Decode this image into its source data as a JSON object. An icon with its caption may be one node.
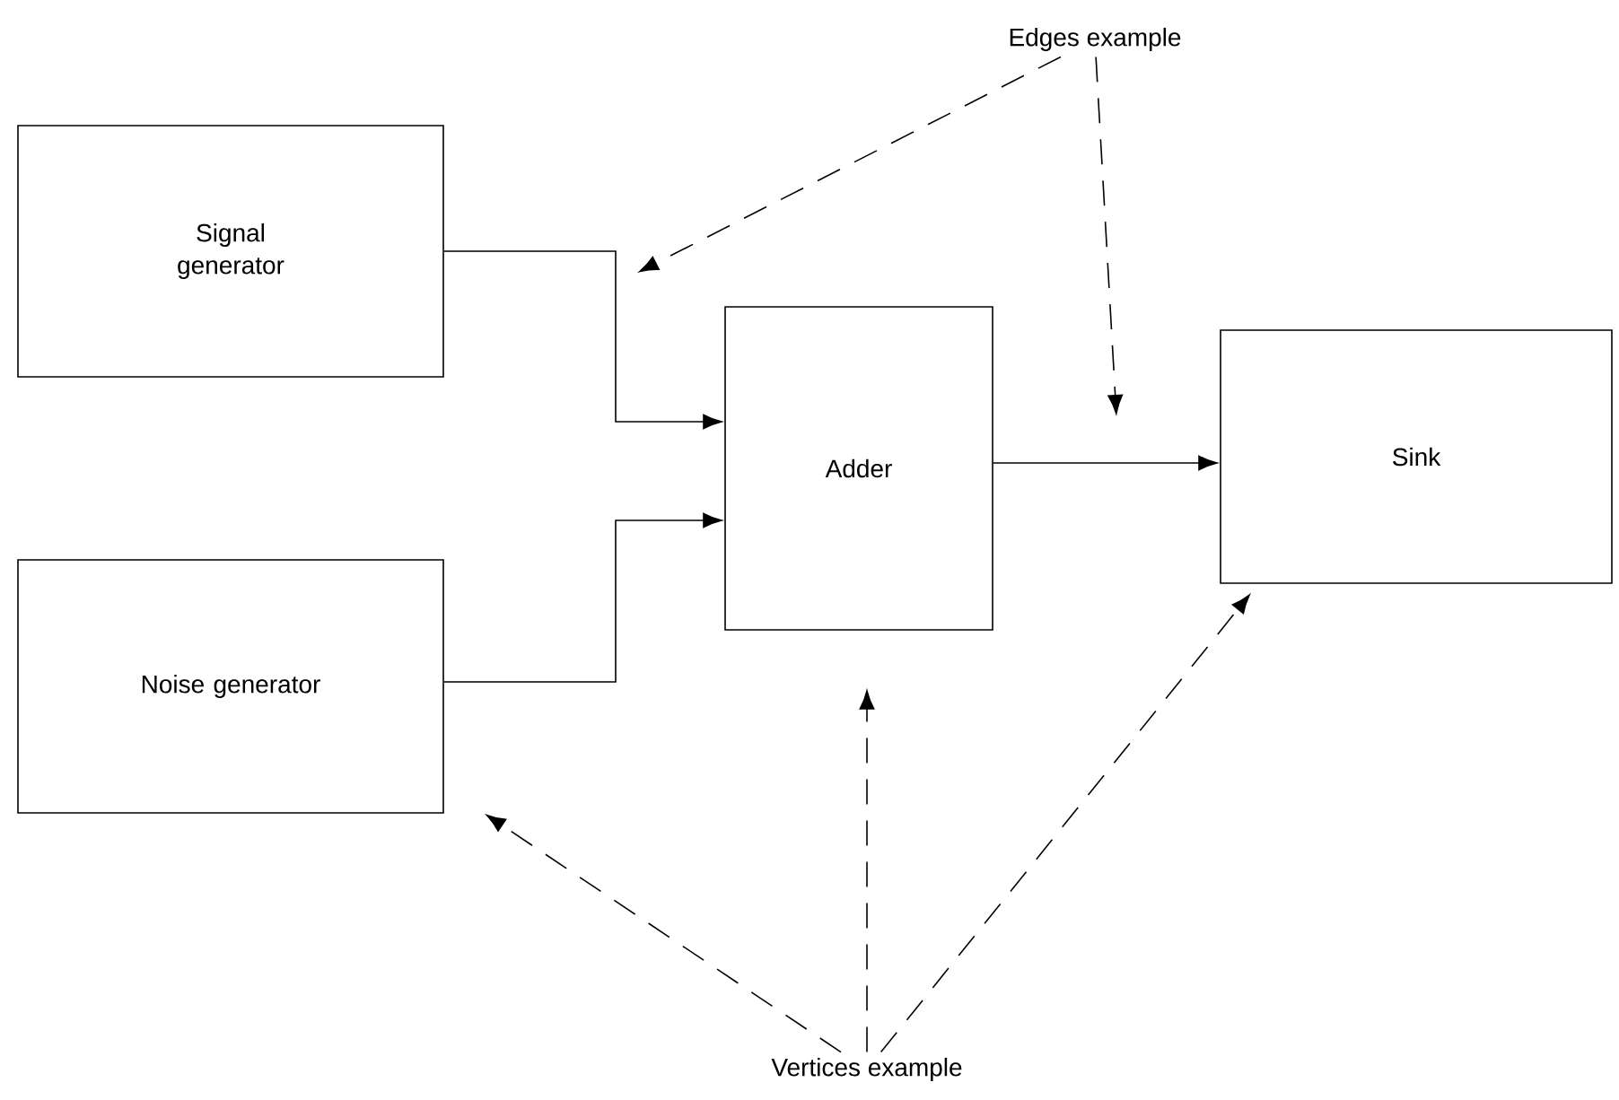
{
  "diagram": {
    "nodes": [
      {
        "text": [
          "Signal generator"
        ]
      },
      {
        "text": [
          "Noise generator"
        ]
      },
      {
        "text": [
          "Adder"
        ]
      },
      {
        "text": [
          "Sink"
        ]
      },
      {
        "text": [
          "Edges example"
        ]
      },
      {
        "text": [
          "Vertices example"
        ]
      }
    ],
    "edges": [
      {
        "from": 0,
        "to": 2,
        "arrow": "to"
      },
      {
        "from": 1,
        "to": 2,
        "arrow": "to"
      },
      {
        "from": 2,
        "to": 3,
        "arrow": "to"
      },
      {
        "from": 4,
        "to": null,
        "arrow": "to",
        "style": "dashed"
      },
      {
        "from": 4,
        "to": null,
        "arrow": "to",
        "style": "dashed"
      },
      {
        "from": 5,
        "to": 1,
        "arrow": "to",
        "style": "dashed"
      },
      {
        "from": 5,
        "to": 2,
        "arrow": "to",
        "style": "dashed"
      },
      {
        "from": 5,
        "to": 3,
        "arrow": "to",
        "style": "dashed"
      }
    ]
  }
}
